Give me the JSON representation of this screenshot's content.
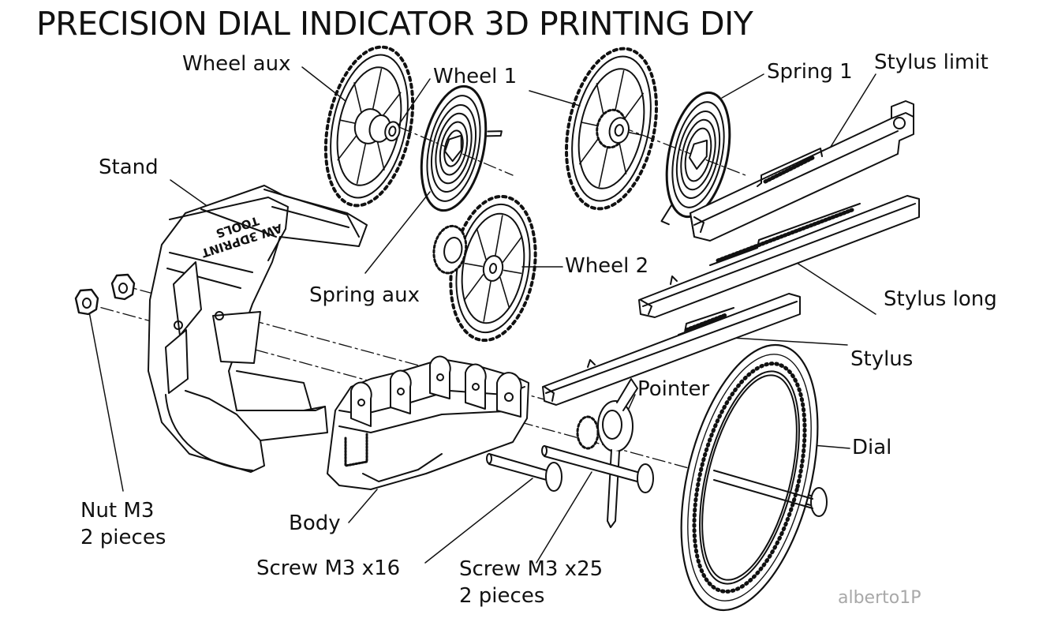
{
  "title": "PRECISION DIAL INDICATOR 3D PRINTING DIY",
  "credit": "alberto1P",
  "stand_text": {
    "line1": "AW 3DPRINT",
    "line2": "TOOLS"
  },
  "labels": {
    "wheel_aux": "Wheel aux",
    "wheel_1": "Wheel 1",
    "spring_1": "Spring 1",
    "stylus_limit": "Stylus limit",
    "stand": "Stand",
    "wheel_2": "Wheel 2",
    "spring_aux": "Spring aux",
    "stylus_long": "Stylus long",
    "stylus": "Stylus",
    "pointer": "Pointer",
    "dial": "Dial",
    "nut_m3": "Nut M3",
    "nut_m3_qty": "2 pieces",
    "body": "Body",
    "screw_m3_x16": "Screw M3 x16",
    "screw_m3_x25": "Screw M3 x25",
    "screw_m3_x25_qty": "2 pieces"
  }
}
